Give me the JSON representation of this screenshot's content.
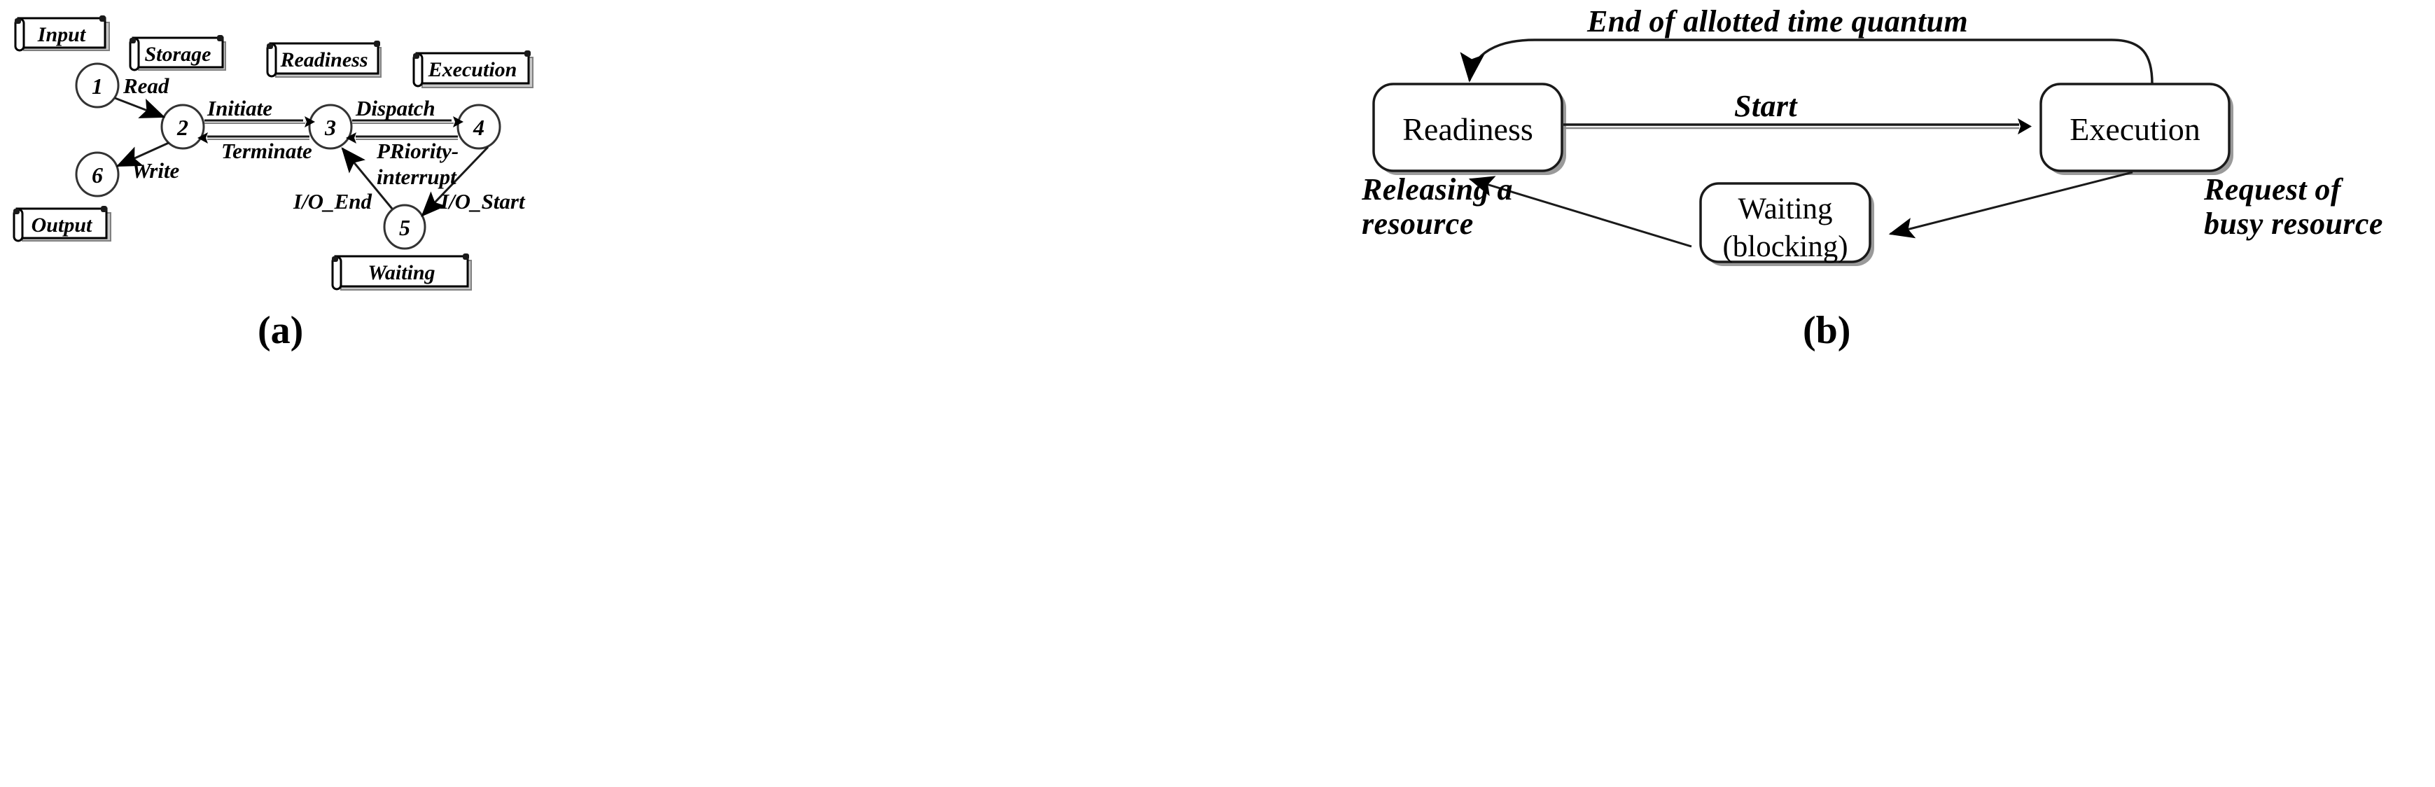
{
  "figure": {
    "panels": [
      {
        "id": "a",
        "caption": "(a)",
        "scrolls": [
          {
            "name": "input",
            "label": "Input"
          },
          {
            "name": "storage",
            "label": "Storage"
          },
          {
            "name": "readiness",
            "label": "Readiness"
          },
          {
            "name": "execution",
            "label": "Execution"
          },
          {
            "name": "output",
            "label": "Output"
          },
          {
            "name": "waiting",
            "label": "Waiting"
          }
        ],
        "nodes": [
          {
            "id": "1",
            "label": "1"
          },
          {
            "id": "2",
            "label": "2"
          },
          {
            "id": "3",
            "label": "3"
          },
          {
            "id": "4",
            "label": "4"
          },
          {
            "id": "5",
            "label": "5"
          },
          {
            "id": "6",
            "label": "6"
          }
        ],
        "edges": [
          {
            "from": "1",
            "to": "2",
            "label": "Read"
          },
          {
            "from": "2",
            "to": "6",
            "label": "Write"
          },
          {
            "from": "2",
            "to": "3",
            "label": "Initiate"
          },
          {
            "from": "3",
            "to": "2",
            "label": "Terminate"
          },
          {
            "from": "3",
            "to": "4",
            "label": "Dispatch"
          },
          {
            "from": "4",
            "to": "3",
            "label": "PRiority-\ninterrupt"
          },
          {
            "from": "5",
            "to": "3",
            "label": "I/O_End"
          },
          {
            "from": "4",
            "to": "5",
            "label": "I/O_Start"
          }
        ]
      },
      {
        "id": "b",
        "caption": "(b)",
        "states": [
          {
            "name": "readiness",
            "label": "Readiness"
          },
          {
            "name": "execution",
            "label": "Execution"
          },
          {
            "name": "waiting",
            "label": "Waiting\n(blocking)"
          }
        ],
        "transitions": [
          {
            "from": "readiness",
            "to": "execution",
            "label": "Start"
          },
          {
            "from": "execution",
            "to": "readiness",
            "label": "End of allotted time quantum"
          },
          {
            "from": "execution",
            "to": "waiting",
            "label": "Request of\nbusy resource"
          },
          {
            "from": "waiting",
            "to": "readiness",
            "label": "Releasing a\nresource"
          }
        ]
      }
    ]
  },
  "colors": {
    "stroke": "#000000",
    "shadow": "#808080",
    "background": "#ffffff"
  }
}
